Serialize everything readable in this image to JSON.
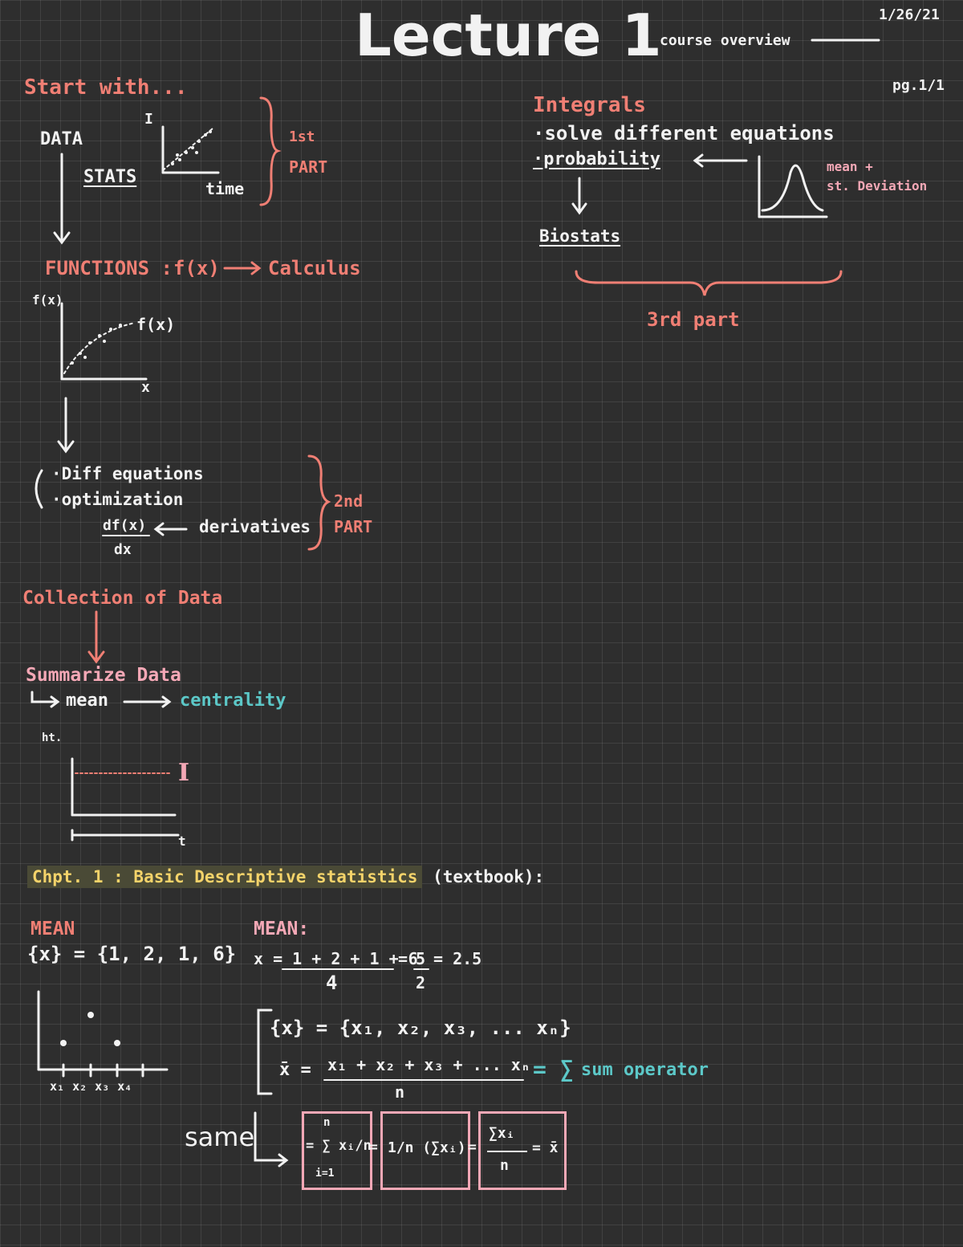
{
  "header": {
    "title": "Lecture 1",
    "subtitle": "course overview",
    "date": "1/26/21",
    "page": "pg.1/1"
  },
  "intro": {
    "start_with": "Start with...",
    "data": "DATA",
    "stats": "STATS",
    "axis_i": "I",
    "axis_time": "time",
    "part1_a": "1st",
    "part1_b": "PART",
    "functions": "FUNCTIONS :",
    "fx": "f(x)",
    "calculus": "Calculus",
    "graph_fx_y": "f(x)",
    "graph_fx_label": "f(x)",
    "graph_x": "x",
    "diff_eq": "·Diff equations",
    "optimization": "·optimization",
    "dfx": "df(x)",
    "dx": "dx",
    "derivatives": "derivatives",
    "part2_a": "2nd",
    "part2_b": "PART"
  },
  "right": {
    "integrals": "Integrals",
    "solve": "·solve different equations",
    "probability": "·probability",
    "biostats": "Biostats",
    "mean": "mean +",
    "deviation": "st. Deviation",
    "part3": "3rd part"
  },
  "collection": {
    "collection": "Collection of Data",
    "summarize": "Summarize Data",
    "mean": "mean",
    "centrality": "centrality",
    "ht": "ht.",
    "t": "t",
    "I": "I"
  },
  "chapter": {
    "title": "Chpt. 1 : Basic Descriptive statistics",
    "source": "(textbook):"
  },
  "mean_section": {
    "mean_left": "MEAN",
    "set": "{x} = {1, 2, 1, 6}",
    "x_labels": [
      "x₁",
      "x₂",
      "x₃",
      "x₄"
    ],
    "mean_right": "MEAN:",
    "calc_num": "x = 1 + 2 + 1 + 6",
    "calc_eq": "=",
    "calc_frac_num": "5",
    "calc_frac_den": "2",
    "calc_result": "= 2.5",
    "calc_den": "4",
    "set_general": "{x} = {x₁, x₂, x₃, ... xₙ}",
    "xbar": "x̄ =",
    "sum_num": "x₁ + x₂ + x₃ + ... xₙ",
    "sum_den": "n",
    "sum_symbol": "= ∑",
    "sum_operator": "sum operator",
    "same": "same",
    "box1_sigma": "n",
    "box1_top": "= ∑ xᵢ/n",
    "box1_bottom": "i=1",
    "box2": "1/n (∑xᵢ)",
    "box3_top": "∑xᵢ",
    "box3_bottom": "n",
    "eq_xbar": "= x̄"
  },
  "colors": {
    "background": "#2e2e2e",
    "white": "#f2f2f2",
    "coral": "#f07f74",
    "pink": "#f4a8b6",
    "teal": "#5cc8c8",
    "yellow": "#f4d36a"
  }
}
